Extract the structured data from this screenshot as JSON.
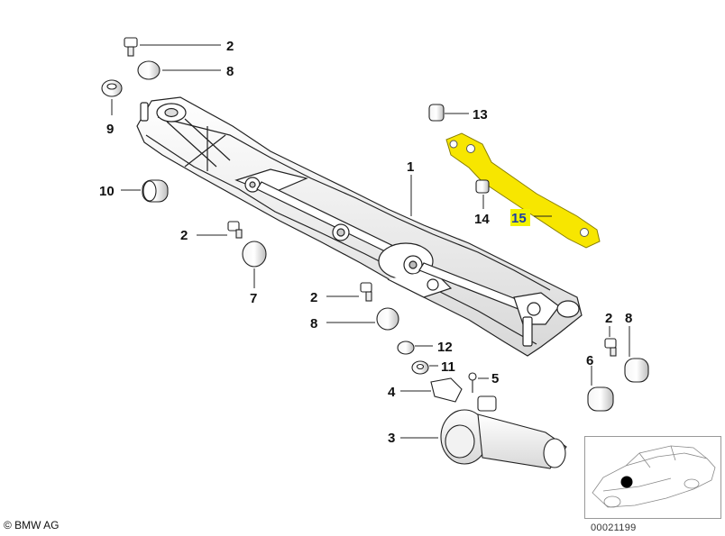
{
  "diagram": {
    "callouts": [
      "1",
      "2",
      "2",
      "2",
      "2",
      "3",
      "4",
      "5",
      "6",
      "7",
      "8",
      "8",
      "8",
      "9",
      "10",
      "11",
      "12",
      "13",
      "14",
      "15"
    ],
    "highlighted_callout": "15",
    "highlight_color": "#f7e600",
    "highlight_label_bg": "#f2f200",
    "part_line_color": "#222222"
  },
  "footer": {
    "copyright": "© BMW AG",
    "document_number": "00021199"
  }
}
